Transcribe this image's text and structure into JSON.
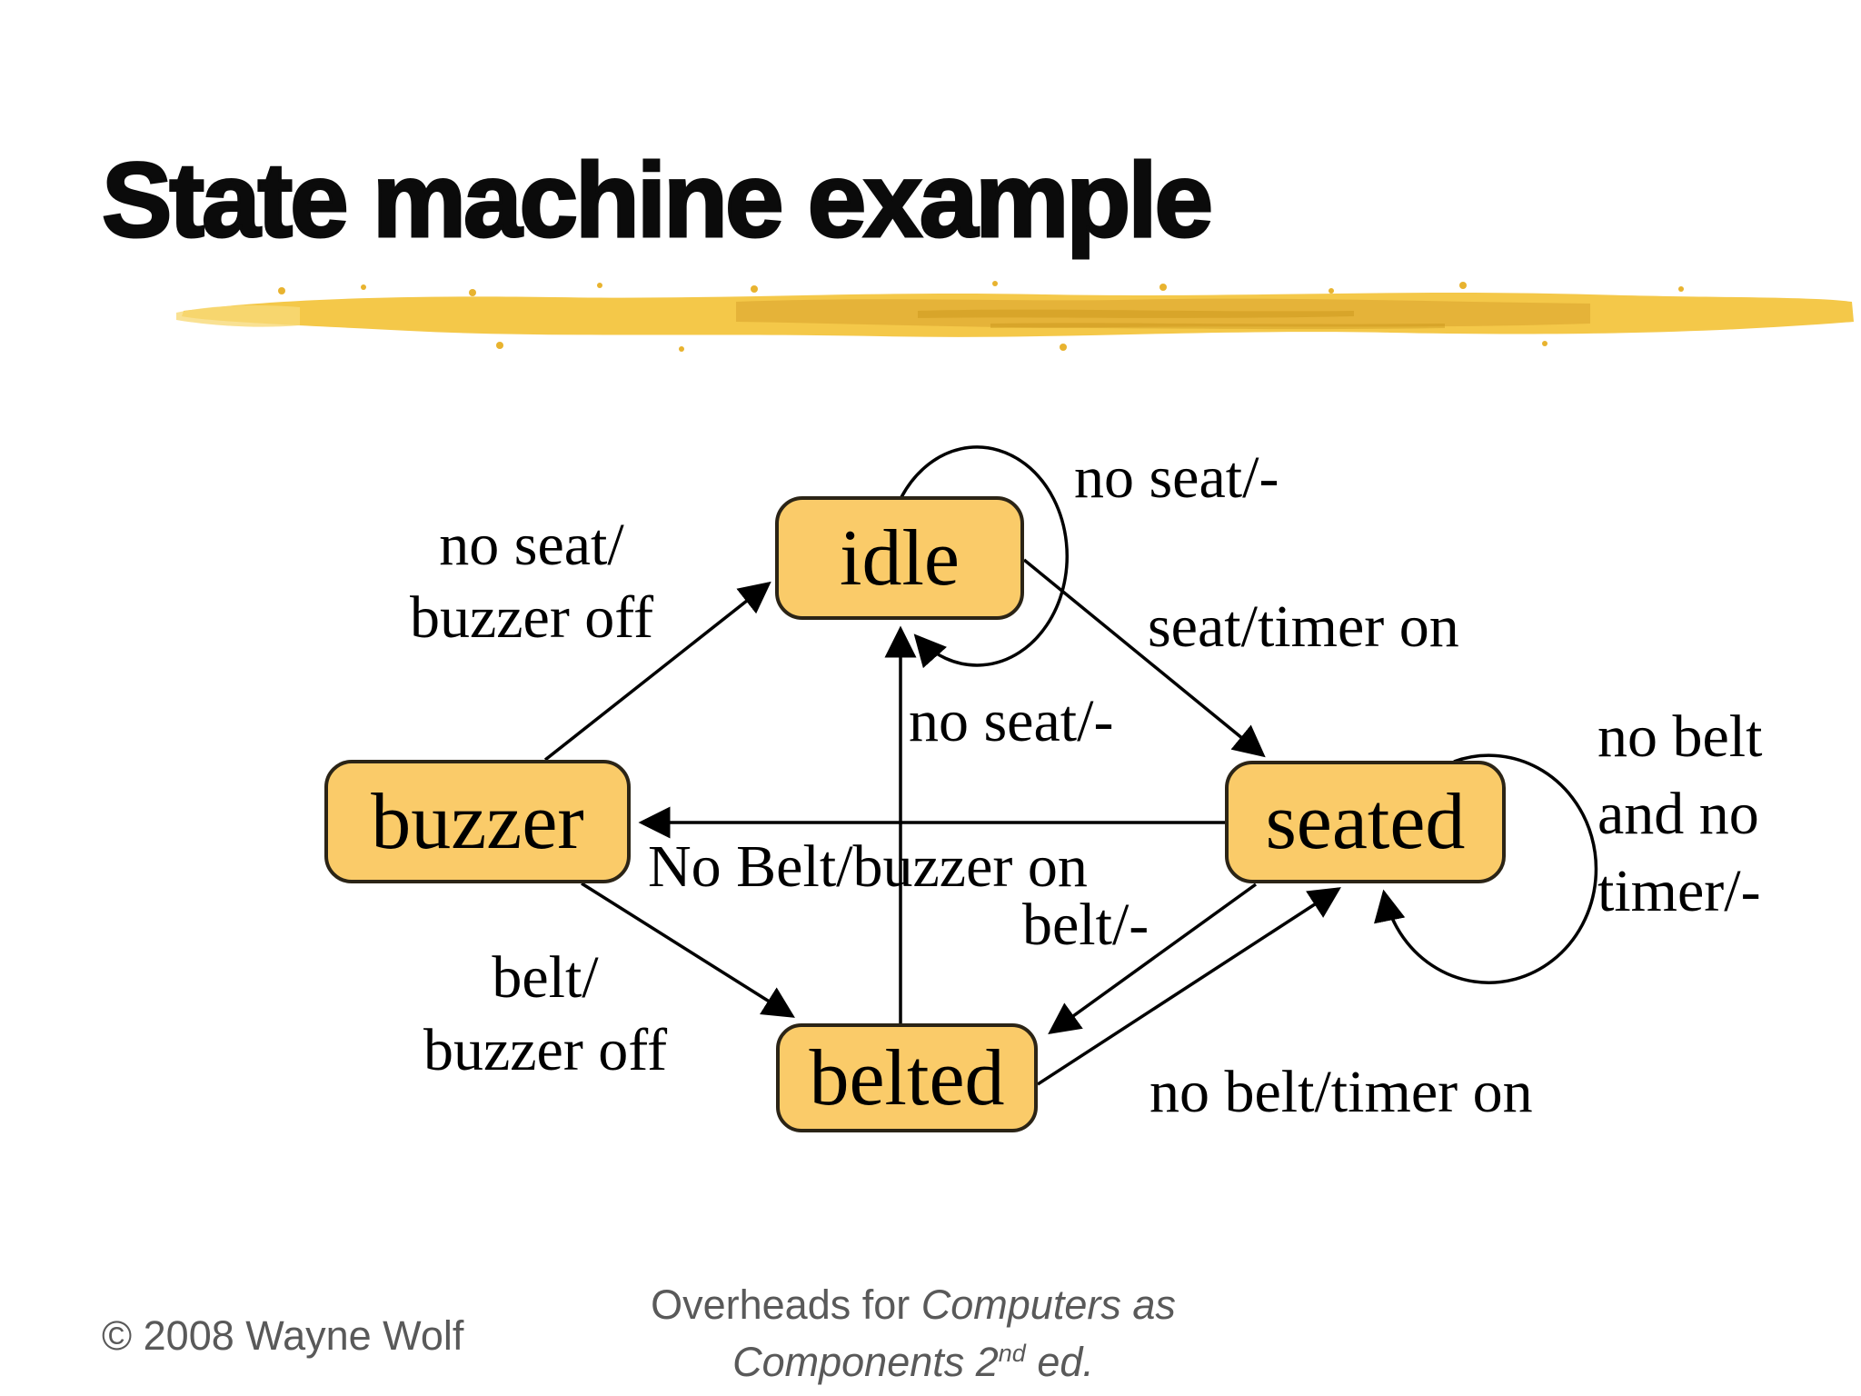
{
  "slide": {
    "title": "State machine example"
  },
  "diagram": {
    "type": "state-machine",
    "colors": {
      "state_fill": "#FACB69",
      "state_border": "#2B2416",
      "edge": "#000000",
      "brush_gold": "#F3C53F",
      "brush_dark": "#D9A22C",
      "brush_light": "#F8DA78"
    },
    "states": [
      {
        "id": "idle",
        "label": "idle"
      },
      {
        "id": "buzzer",
        "label": "buzzer"
      },
      {
        "id": "seated",
        "label": "seated"
      },
      {
        "id": "belted",
        "label": "belted"
      }
    ],
    "transitions": [
      {
        "from": "buzzer",
        "to": "idle",
        "lines": [
          "no seat/",
          "buzzer off"
        ]
      },
      {
        "from": "idle",
        "to": "idle",
        "lines": [
          "no seat/-"
        ]
      },
      {
        "from": "idle",
        "to": "seated",
        "lines": [
          "seat/timer on"
        ]
      },
      {
        "from": "belted",
        "to": "idle",
        "lines": [
          "no seat/-"
        ]
      },
      {
        "from": "seated",
        "to": "buzzer",
        "lines": [
          "No Belt/buzzer on"
        ]
      },
      {
        "from": "buzzer",
        "to": "belted",
        "lines": [
          "belt/",
          "buzzer off"
        ]
      },
      {
        "from": "seated",
        "to": "seated",
        "lines": [
          "no belt",
          "and no",
          "timer/-"
        ]
      },
      {
        "from": "seated",
        "to": "belted",
        "lines": [
          "belt/-"
        ]
      },
      {
        "from": "belted",
        "to": "seated",
        "lines": [
          "no belt/timer on"
        ]
      }
    ]
  },
  "footer": {
    "copyright": "© 2008 Wayne Wolf",
    "center_prefix": "Overheads for ",
    "center_italic1": "Computers as",
    "center_italic2_pre": "Components 2",
    "center_sup": "nd",
    "center_italic2_post": " ed."
  }
}
